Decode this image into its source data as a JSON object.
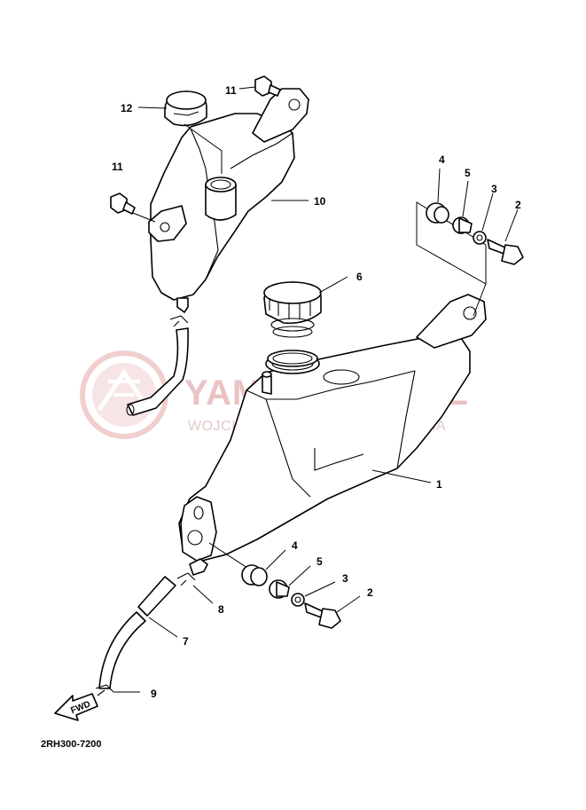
{
  "watermark": {
    "title": "YAMAPARTS.PL",
    "subtitle": "WOJCIECHOWSKI DEALER YAMAHA",
    "color": "#e9c3c3",
    "logo_icon": "yamaha-tuning-fork-logo"
  },
  "diagram_code": "2RH300-7200",
  "direction_label": "FWD",
  "callouts": {
    "c12": "12",
    "c11a": "11",
    "c11b": "11",
    "c10": "10",
    "c4a": "4",
    "c5a": "5",
    "c3a": "3",
    "c2a": "2",
    "c6": "6",
    "c1": "1",
    "c4b": "4",
    "c5b": "5",
    "c3b": "3",
    "c2b": "2",
    "c8": "8",
    "c7": "7",
    "c9": "9"
  }
}
